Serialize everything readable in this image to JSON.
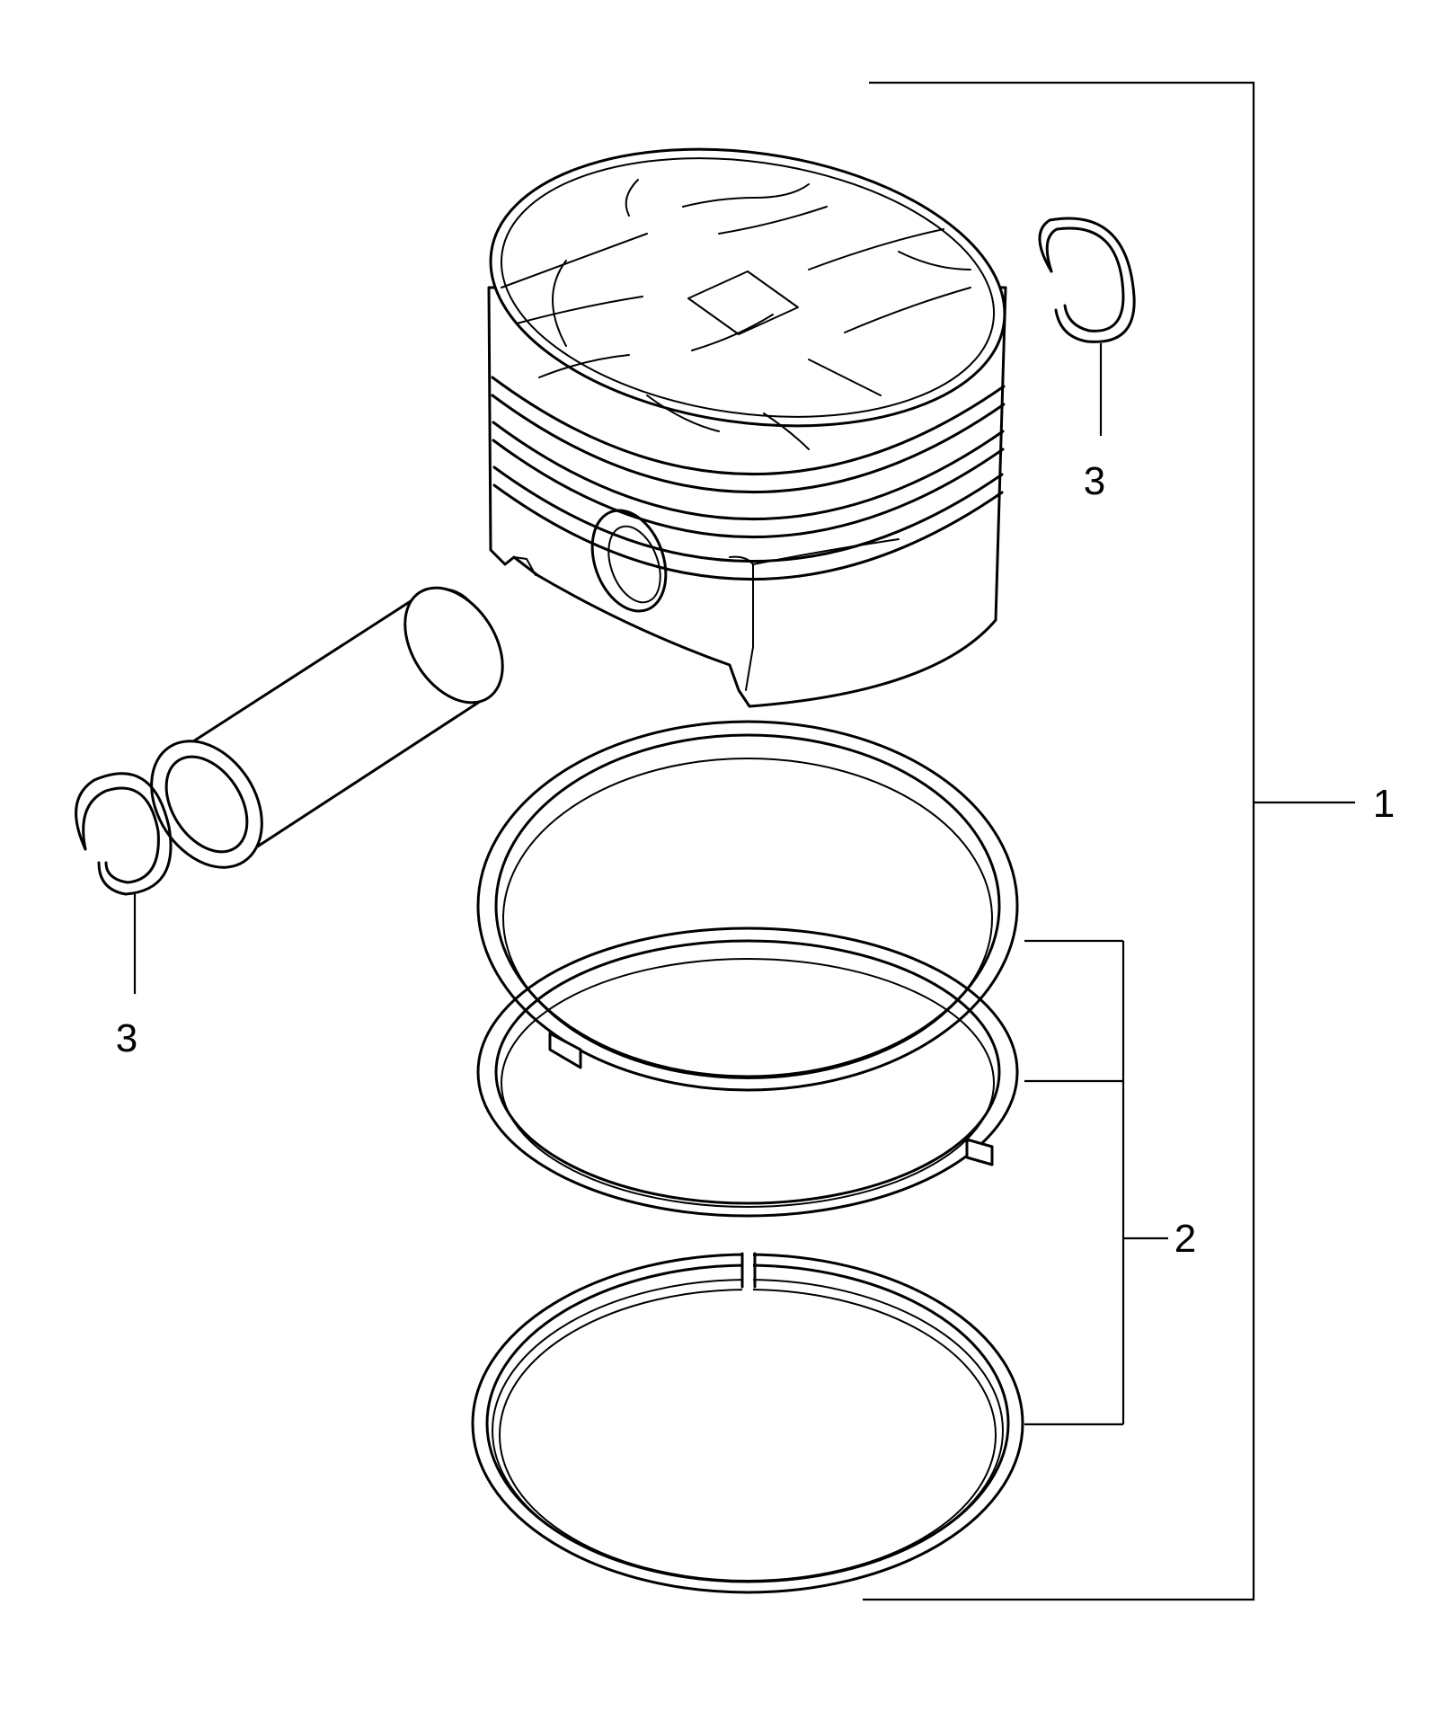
{
  "callouts": {
    "assembly": "1",
    "rings": "2",
    "clip_right": "3",
    "clip_left": "3"
  }
}
